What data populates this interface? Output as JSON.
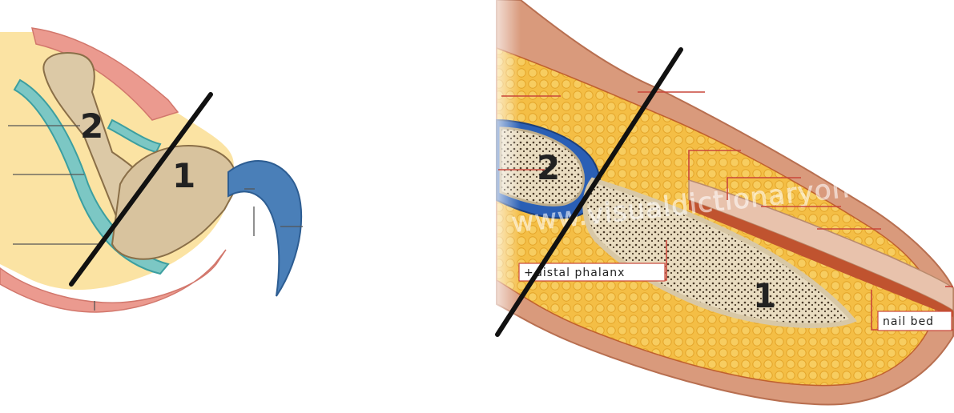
{
  "left_figure": {
    "number_labels": [
      "2",
      "1"
    ]
  },
  "right_figure": {
    "number_labels": [
      "2",
      "1"
    ],
    "text_labels": {
      "distal_phalanx": "distal phalanx",
      "nail_bed": "nail bed"
    },
    "watermark": "www.visualdictionaryonline.com"
  },
  "colors": {
    "skin_pink": "#eb9a8f",
    "bone": "#dcc9a6",
    "claw_blue": "#4a7fb8",
    "fat_yellow": "#f2b83a",
    "cut_line": "#111111",
    "leader_red": "#c9463a"
  }
}
